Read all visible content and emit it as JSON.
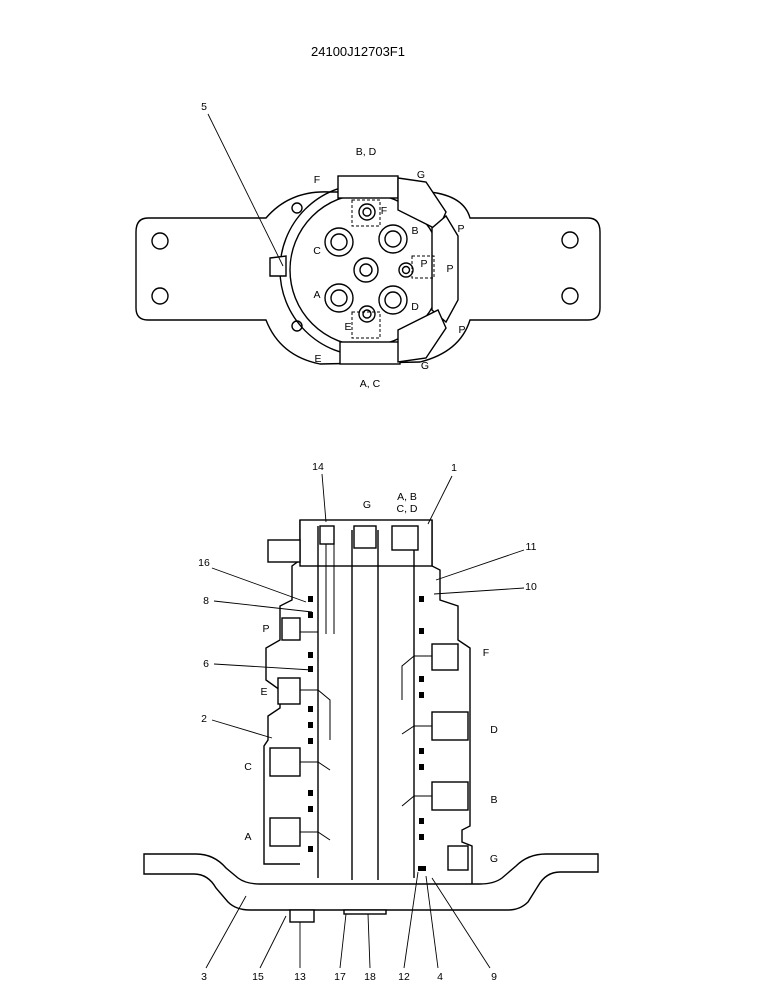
{
  "title": "24100J12703F1",
  "top_view": {
    "port_labels": [
      "B, D",
      "A, C",
      "F",
      "G",
      "P",
      "P",
      "P",
      "E",
      "G",
      "B",
      "C",
      "A",
      "D",
      "F",
      "E",
      "P"
    ],
    "callouts": [
      "5"
    ]
  },
  "section_view": {
    "top_labels": [
      "G",
      "A, B",
      "C, D"
    ],
    "port_labels": [
      "P",
      "E",
      "C",
      "A",
      "F",
      "D",
      "B",
      "G"
    ],
    "callouts": [
      "14",
      "1",
      "16",
      "8",
      "6",
      "2",
      "11",
      "10",
      "3",
      "15",
      "13",
      "17",
      "18",
      "12",
      "4",
      "9"
    ]
  }
}
